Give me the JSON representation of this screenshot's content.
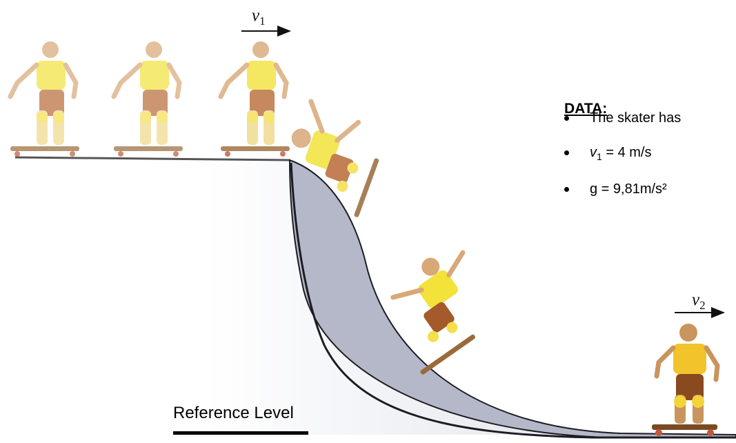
{
  "labels": {
    "v1_symbol": "v",
    "v1_sub": "1",
    "v2_symbol": "v",
    "v2_sub": "2",
    "reference_level": "Reference Level"
  },
  "data_box": {
    "heading": "DATA:",
    "items": [
      {
        "symbol": "",
        "sub": "",
        "text": "The skater has"
      },
      {
        "symbol": "v",
        "sub": "1",
        "text": " = 4 m/s"
      },
      {
        "symbol": "",
        "sub": "",
        "text": "g = 9,81m/s²"
      }
    ]
  },
  "colors": {
    "ramp_fill": "#b4b8c9",
    "ramp_edge": "#1c1c22",
    "skater_shirt": "#f2e23a",
    "skater_pants": "#b86b37",
    "skater_pads": "#f5df4a",
    "skater_helmet": "#d8a877",
    "skateboard": "#9a6a3a",
    "faded_bg": "#efeff2"
  }
}
